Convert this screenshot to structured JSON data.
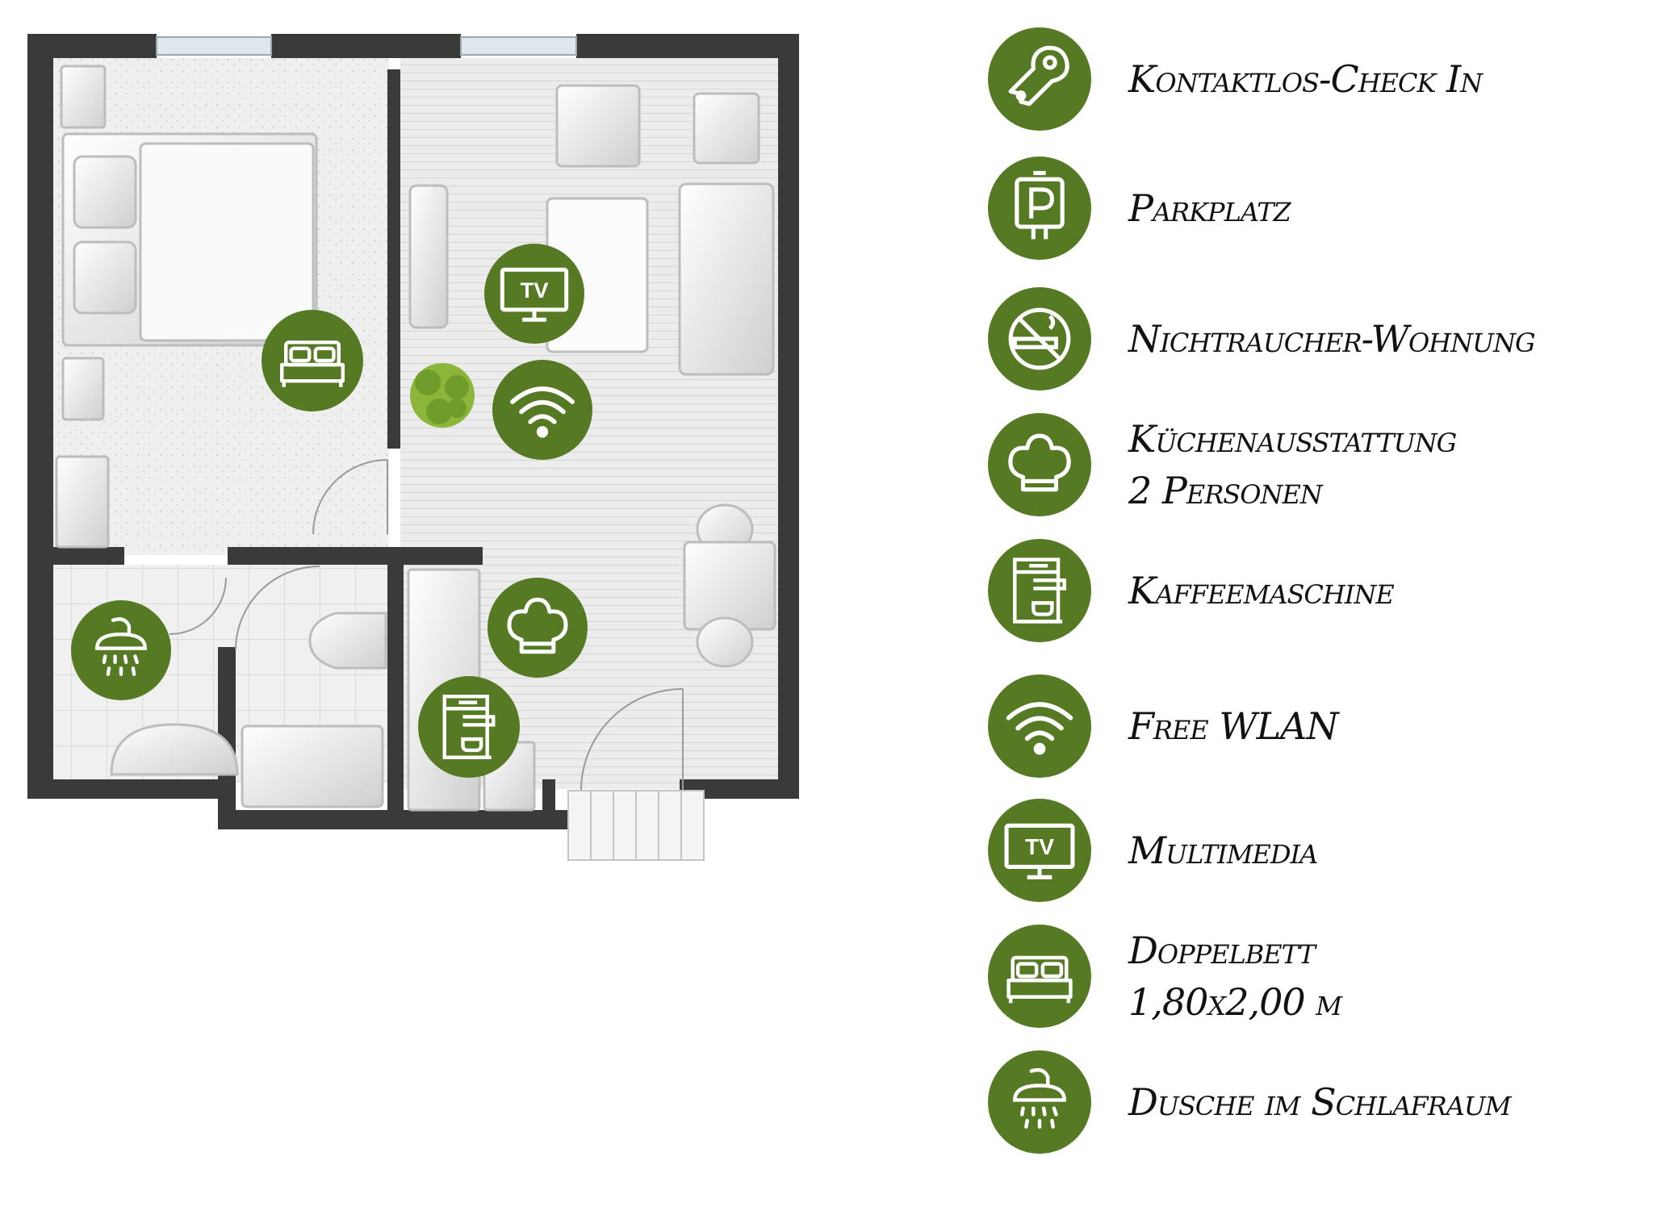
{
  "colors": {
    "accent": "#567a24",
    "wall": "#3a3a3a",
    "icon": "#ffffff"
  },
  "floor_plan": {
    "pins": [
      {
        "name": "bed-pin",
        "icon": "bed-icon"
      },
      {
        "name": "tv-pin",
        "icon": "tv-icon"
      },
      {
        "name": "wifi-pin",
        "icon": "wifi-icon"
      },
      {
        "name": "shower-pin",
        "icon": "shower-icon"
      },
      {
        "name": "kitchen-pin",
        "icon": "chef-hat-icon"
      },
      {
        "name": "coffee-pin",
        "icon": "coffee-machine-icon"
      }
    ],
    "tv_text": "TV"
  },
  "legend": [
    {
      "icon": "key-icon",
      "lines": [
        "Kontaktlos-Check In"
      ]
    },
    {
      "icon": "parking-icon",
      "lines": [
        "Parkplatz"
      ]
    },
    {
      "icon": "no-smoking-icon",
      "lines": [
        "Nichtraucher-Wohnung"
      ]
    },
    {
      "icon": "chef-hat-icon",
      "lines": [
        "Küchenausstattung",
        "2 Personen"
      ]
    },
    {
      "icon": "coffee-machine-icon",
      "lines": [
        "Kaffeemaschine"
      ]
    },
    {
      "icon": "wifi-icon",
      "lines": [
        "Free WLAN"
      ]
    },
    {
      "icon": "tv-icon",
      "lines": [
        "Multimedia"
      ]
    },
    {
      "icon": "bed-icon",
      "lines": [
        "Doppelbett",
        "1,80x2,00 m"
      ]
    },
    {
      "icon": "shower-icon",
      "lines": [
        "Dusche im Schlafraum"
      ]
    }
  ]
}
